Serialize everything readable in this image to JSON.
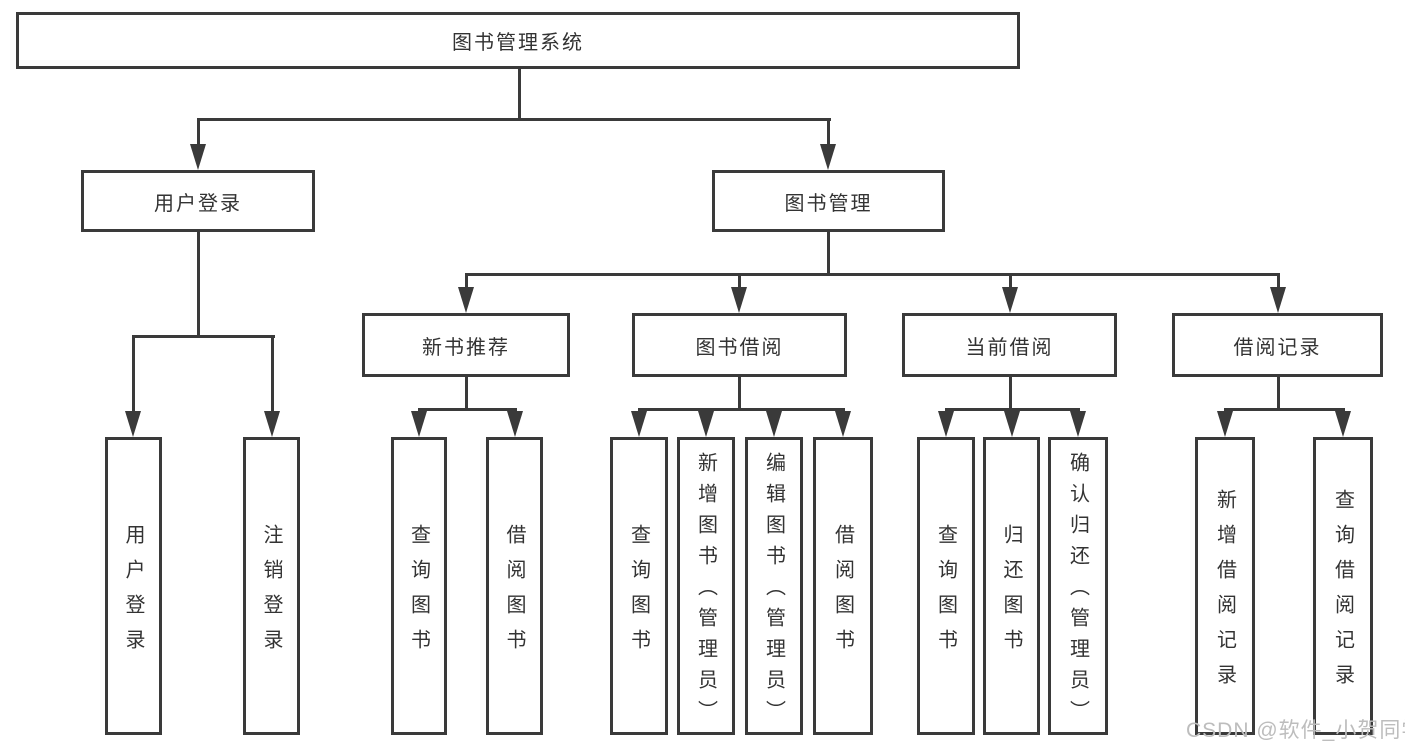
{
  "diagram_type": "hierarchy-tree",
  "colors": {
    "background": "#ffffff",
    "line": "#3a3a3a",
    "box_border": "#3a3a3a",
    "box_fill": "#ffffff",
    "text": "#333333",
    "watermark": "#bdbdbd"
  },
  "nodes": {
    "root": "图书管理系统",
    "user_login": "用户登录",
    "book_mgmt": "图书管理",
    "ul_login": "用户登录",
    "ul_logout": "注销登录",
    "new_book_rec": "新书推荐",
    "book_borrow": "图书借阅",
    "current_borrow": "当前借阅",
    "borrow_records": "借阅记录",
    "nb_query": "查询图书",
    "nb_borrow": "借阅图书",
    "bb_query": "查询图书",
    "bb_add": "新增图书（管理员）",
    "bb_edit": "编辑图书（管理员）",
    "bb_borrow": "借阅图书",
    "cb_query": "查询图书",
    "cb_return": "归还图书",
    "cb_confirm": "确认归还（管理员）",
    "br_add": "新增借阅记录",
    "br_query": "查询借阅记录"
  },
  "hierarchy": {
    "label": "图书管理系统",
    "children": [
      {
        "label": "用户登录",
        "children": [
          {
            "label": "用户登录"
          },
          {
            "label": "注销登录"
          }
        ]
      },
      {
        "label": "图书管理",
        "children": [
          {
            "label": "新书推荐",
            "children": [
              {
                "label": "查询图书"
              },
              {
                "label": "借阅图书"
              }
            ]
          },
          {
            "label": "图书借阅",
            "children": [
              {
                "label": "查询图书"
              },
              {
                "label": "新增图书（管理员）"
              },
              {
                "label": "编辑图书（管理员）"
              },
              {
                "label": "借阅图书"
              }
            ]
          },
          {
            "label": "当前借阅",
            "children": [
              {
                "label": "查询图书"
              },
              {
                "label": "归还图书"
              },
              {
                "label": "确认归还（管理员）"
              }
            ]
          },
          {
            "label": "借阅记录",
            "children": [
              {
                "label": "新增借阅记录"
              },
              {
                "label": "查询借阅记录"
              }
            ]
          }
        ]
      }
    ]
  },
  "watermark": {
    "text": "CSDN @软件_小贺同学"
  }
}
